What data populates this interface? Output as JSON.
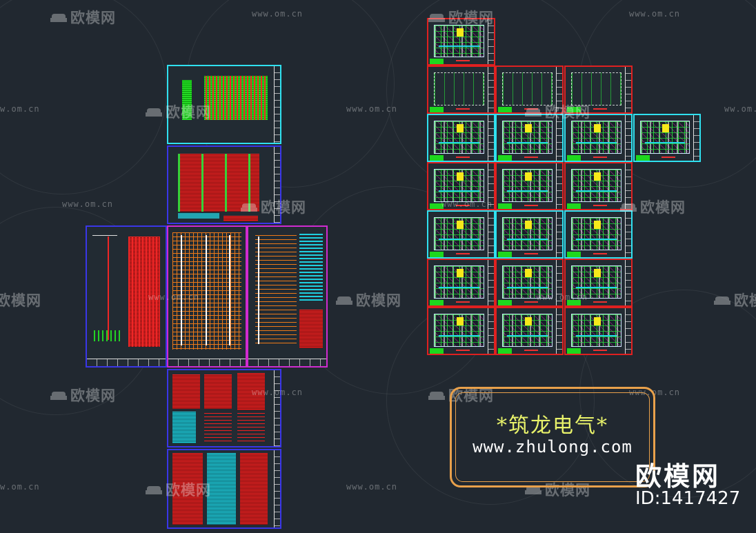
{
  "watermark": {
    "brand": "欧模网",
    "url": "www.om.cn",
    "partial_url": "ww.om.cn",
    "partial_url_2": "w.om.cn",
    "partial_url_3": "om.cn",
    "partial_brand": "欧模网"
  },
  "logo": {
    "title": "*筑龙电气*",
    "url": "www.zhulong.com"
  },
  "stamp": {
    "brand": "欧模网",
    "id": "ID:1417427"
  },
  "colors": {
    "background": "#212830",
    "cad_green": "#24d324",
    "cad_red": "#f32424",
    "cad_cyan": "#22d8e8",
    "cad_orange": "#ee7a18",
    "cad_magenta": "#d02bd0",
    "cad_blue": "#3a36e8",
    "logo_border": "#e9a14b",
    "logo_text": "#e8f26a"
  }
}
